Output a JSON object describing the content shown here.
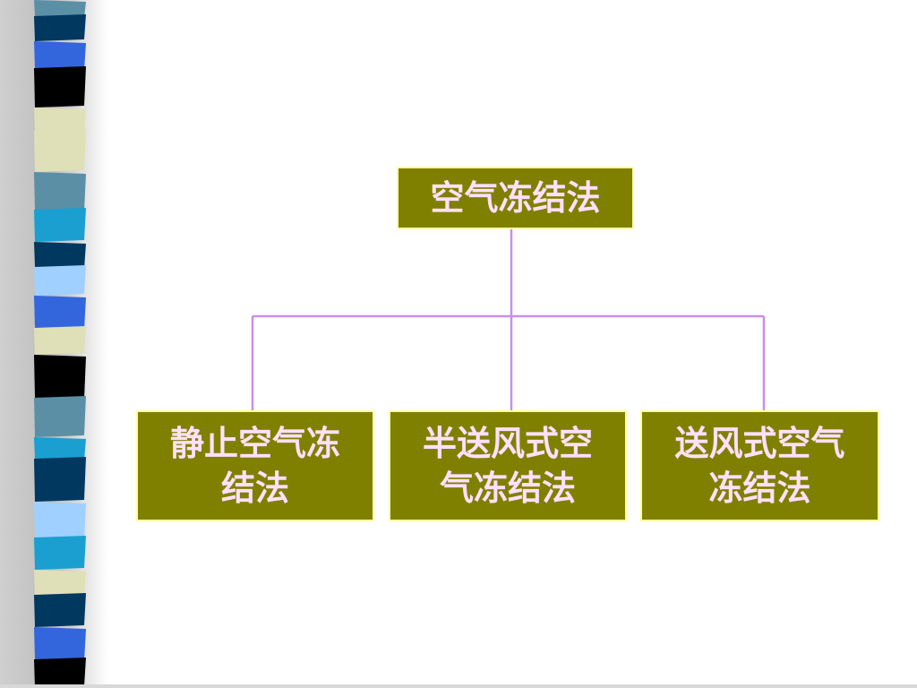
{
  "colors": {
    "node_fill": "#808000",
    "node_border": "#ffffa0",
    "node_text": "#ffe0ff",
    "connector": "#c690ee",
    "strip_palette": [
      "#5b8fa5",
      "#00385f",
      "#3366dd",
      "#000000",
      "#e0e0b8",
      "#1a9fd0",
      "#a0d0ff",
      "#ffffff"
    ]
  },
  "diagram": {
    "root": {
      "label": "空气冻结法"
    },
    "children": [
      {
        "line1": "静止空气冻",
        "line2": "结法"
      },
      {
        "line1": "半送风式空",
        "line2": "气冻结法"
      },
      {
        "line1": "送风式空气",
        "line2": "冻结法"
      }
    ]
  }
}
